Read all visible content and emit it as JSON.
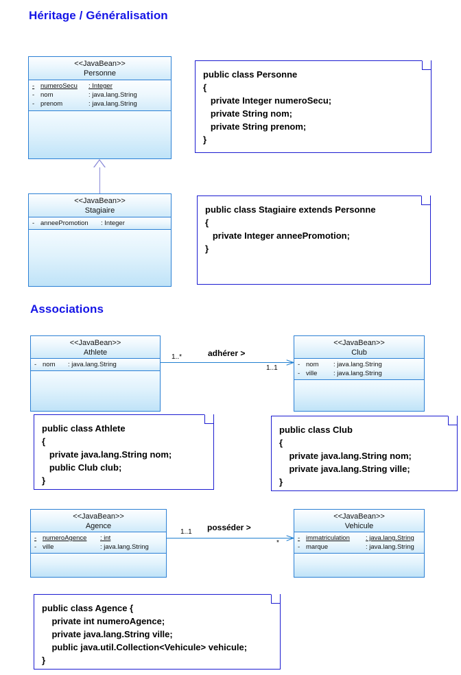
{
  "sections": [
    {
      "title": "Héritage / Généralisation"
    },
    {
      "title": "Associations"
    }
  ],
  "colors": {
    "heading": "#1414e6",
    "class_border": "#2a7fd4",
    "note_border": "#1a1ad0",
    "association": "#1f7fd0",
    "generalization": "#8a8ad8"
  },
  "classes": {
    "personne": {
      "stereotype": "<<JavaBean>>",
      "name": "Personne",
      "attributes": [
        {
          "visibility": "-",
          "name": "numeroSecu",
          "type": ": Integer",
          "static": true
        },
        {
          "visibility": "-",
          "name": "nom",
          "type": ": java.lang.String",
          "static": false
        },
        {
          "visibility": "-",
          "name": "prenom",
          "type": ": java.lang.String",
          "static": false
        }
      ]
    },
    "stagiaire": {
      "stereotype": "<<JavaBean>>",
      "name": "Stagiaire",
      "attributes": [
        {
          "visibility": "-",
          "name": "anneePromotion",
          "type": ": Integer",
          "static": false
        }
      ]
    },
    "athlete": {
      "stereotype": "<<JavaBean>>",
      "name": "Athlete",
      "attributes": [
        {
          "visibility": "-",
          "name": "nom",
          "type": ": java.lang.String",
          "static": false
        }
      ]
    },
    "club": {
      "stereotype": "<<JavaBean>>",
      "name": "Club",
      "attributes": [
        {
          "visibility": "-",
          "name": "nom",
          "type": ": java.lang.String",
          "static": false
        },
        {
          "visibility": "-",
          "name": "ville",
          "type": ": java.lang.String",
          "static": false
        }
      ]
    },
    "agence": {
      "stereotype": "<<JavaBean>>",
      "name": "Agence",
      "attributes": [
        {
          "visibility": "-",
          "name": "numeroAgence",
          "type": ": int",
          "static": true
        },
        {
          "visibility": "-",
          "name": "ville",
          "type": ": java.lang.String",
          "static": false
        }
      ]
    },
    "vehicule": {
      "stereotype": "<<JavaBean>>",
      "name": "Vehicule",
      "attributes": [
        {
          "visibility": "-",
          "name": "immatriculation",
          "type": ": java.lang.String",
          "static": true
        },
        {
          "visibility": "-",
          "name": "marque",
          "type": ": java.lang.String",
          "static": false
        }
      ]
    }
  },
  "notes": {
    "personne_code": "public class Personne\n{\n   private Integer numeroSecu;\n   private String nom;\n   private String prenom;\n}",
    "stagiaire_code": "public class Stagiaire extends Personne\n{\n   private Integer anneePromotion;\n}",
    "athlete_code": "public class Athlete\n{\n   private java.lang.String nom;\n   public Club club;\n}",
    "club_code": "public class Club\n{\n    private java.lang.String nom;\n    private java.lang.String ville;\n}",
    "agence_code": "public class Agence {\n    private int numeroAgence;\n    private java.lang.String ville;\n    public java.util.Collection<Vehicule> vehicule;\n}"
  },
  "associations": {
    "adherer": {
      "label": "adhérer >",
      "source_multiplicity": "1..*",
      "target_multiplicity": "1..1"
    },
    "posseder": {
      "label": "posséder >",
      "source_multiplicity": "1..1",
      "target_multiplicity": "*"
    }
  }
}
